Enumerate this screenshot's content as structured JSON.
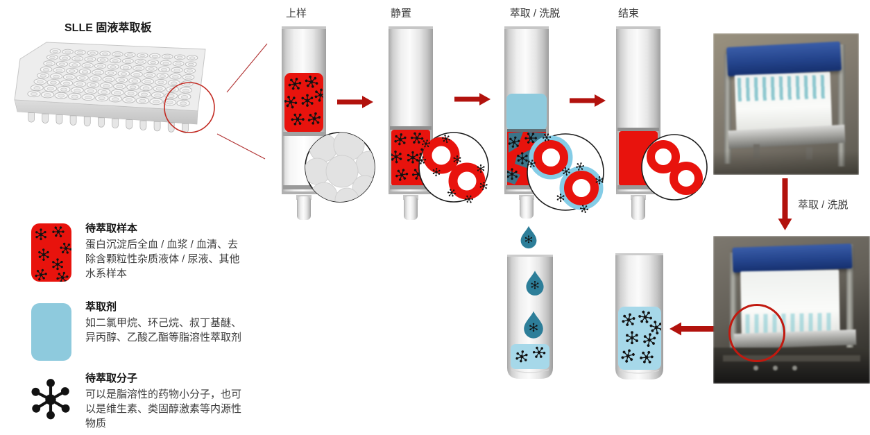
{
  "figure": {
    "plate_title": "SLLE 固液萃取板",
    "steps": [
      {
        "label": "上样"
      },
      {
        "label": "静置"
      },
      {
        "label": "萃取 / 洗脱"
      },
      {
        "label": "结束"
      }
    ],
    "side_flow_label": "萃取 / 洗脱",
    "legend": [
      {
        "icon": "sample-red-swatch",
        "title": "待萃取样本",
        "desc": "蛋白沉淀后全血 / 血浆 / 血清、去除含颗粒性杂质液体 / 尿液、其他水系样本"
      },
      {
        "icon": "solvent-blue-swatch",
        "title": "萃取剂",
        "desc": "如二氯甲烷、环己烷、叔丁基醚、异丙醇、乙酸乙酯等脂溶性萃取剂"
      },
      {
        "icon": "molecule-glyph",
        "title": "待萃取分子",
        "desc": "可以是脂溶性的药物小分子，也可以是维生素、类固醇激素等内源性物质"
      }
    ],
    "colors": {
      "sample_red": "#e8130d",
      "solvent_blue": "#8ecadd",
      "extract_pool_blue": "#a6d8e9",
      "droplet_teal": "#2d7e99",
      "arrow_red": "#b2120d",
      "annotation_red": "#c22a22",
      "molecule_black": "#121212"
    }
  }
}
